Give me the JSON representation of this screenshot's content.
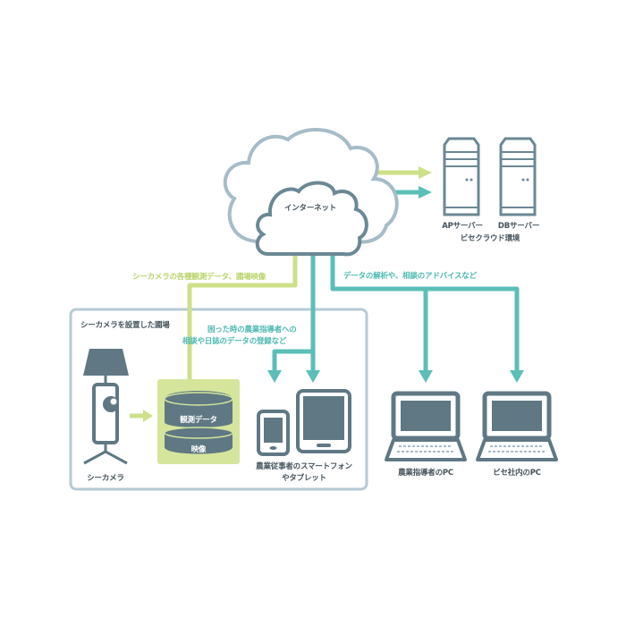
{
  "colors": {
    "green": "#cde08a",
    "teal": "#5bbfb8",
    "slate": "#5f7884",
    "cloud_outer": "#a6bcc8",
    "cloud_inner": "#6b8895",
    "frame": "#b6cad6"
  },
  "cloud": {
    "label": "インターネット"
  },
  "servers": {
    "items": [
      {
        "label": "APサーバー"
      },
      {
        "label": "DBサーバー"
      }
    ],
    "group_label": "ビセクラウド環境"
  },
  "flows": {
    "camera_to_cloud": "シーカメラの各種観測データ、圃場映像",
    "cloud_to_pcs": "データの解析や、相談のアドバイスなど",
    "mobile_line1": "困った時の農業指導者への",
    "mobile_line2": "相談や日誌のデータの登録など"
  },
  "field": {
    "title": "シーカメラを設置した圃場",
    "camera_label": "シーカメラ",
    "storage": {
      "upper": "観測データ",
      "lower": "映像"
    },
    "devices_line1": "農業従事者のスマートフォン",
    "devices_line2": "やタブレット"
  },
  "pcs": [
    {
      "label": "農業指導者のPC"
    },
    {
      "label": "ビセ社内のPC"
    }
  ]
}
